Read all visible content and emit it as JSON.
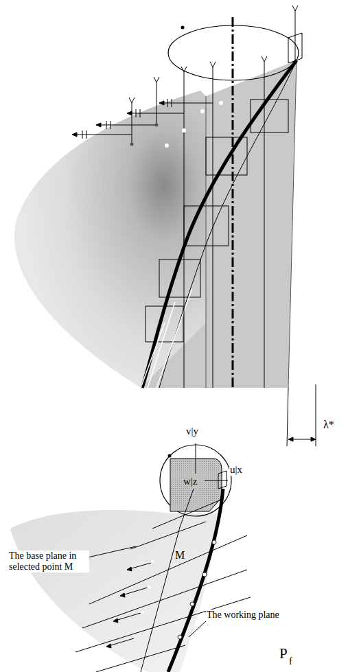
{
  "diagram": {
    "labels": [
      "λ*",
      "v|y",
      "w|z",
      "u|x",
      "The base plane in selected point M",
      "M",
      "The working plane",
      "P",
      "f"
    ]
  }
}
